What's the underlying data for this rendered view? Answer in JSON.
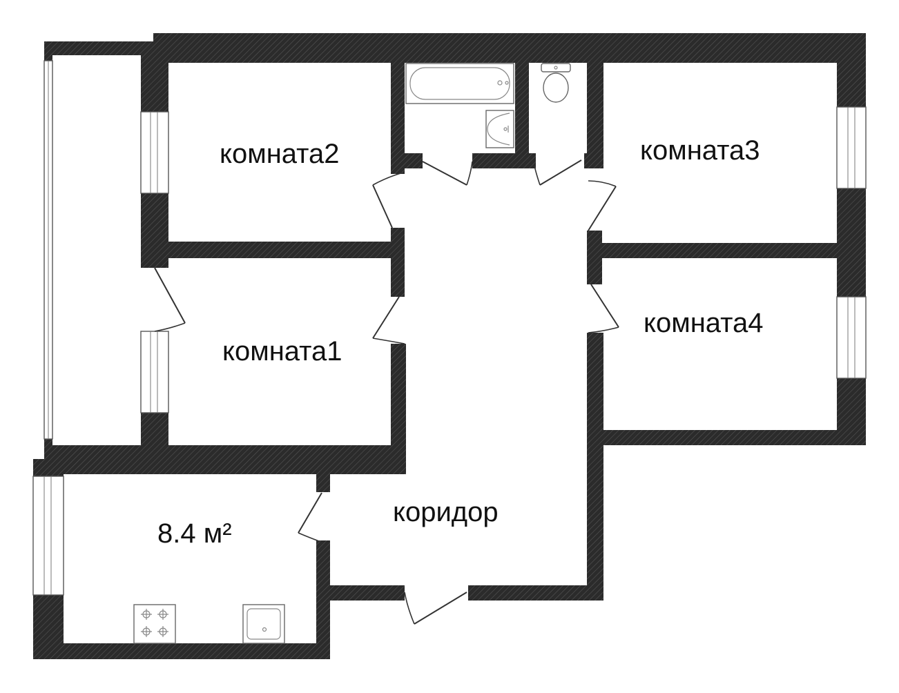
{
  "plan": {
    "rooms": [
      {
        "id": "room1",
        "label": "комната1"
      },
      {
        "id": "room2",
        "label": "комната2"
      },
      {
        "id": "room3",
        "label": "комната3"
      },
      {
        "id": "room4",
        "label": "комната4"
      },
      {
        "id": "corridor",
        "label": "коридор"
      },
      {
        "id": "kitchen",
        "label": "8.4 м²"
      }
    ],
    "colors": {
      "wall": "#2b2b2b",
      "wall_hatch": "#555555",
      "background": "#ffffff",
      "fixture_stroke": "#666666"
    }
  }
}
